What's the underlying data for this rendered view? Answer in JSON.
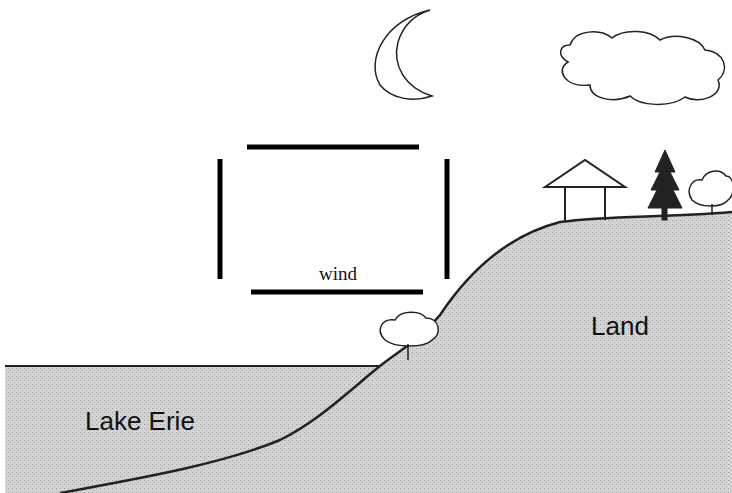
{
  "diagram": {
    "labels": [
      "wind",
      "Lake Erie",
      "Land"
    ]
  }
}
